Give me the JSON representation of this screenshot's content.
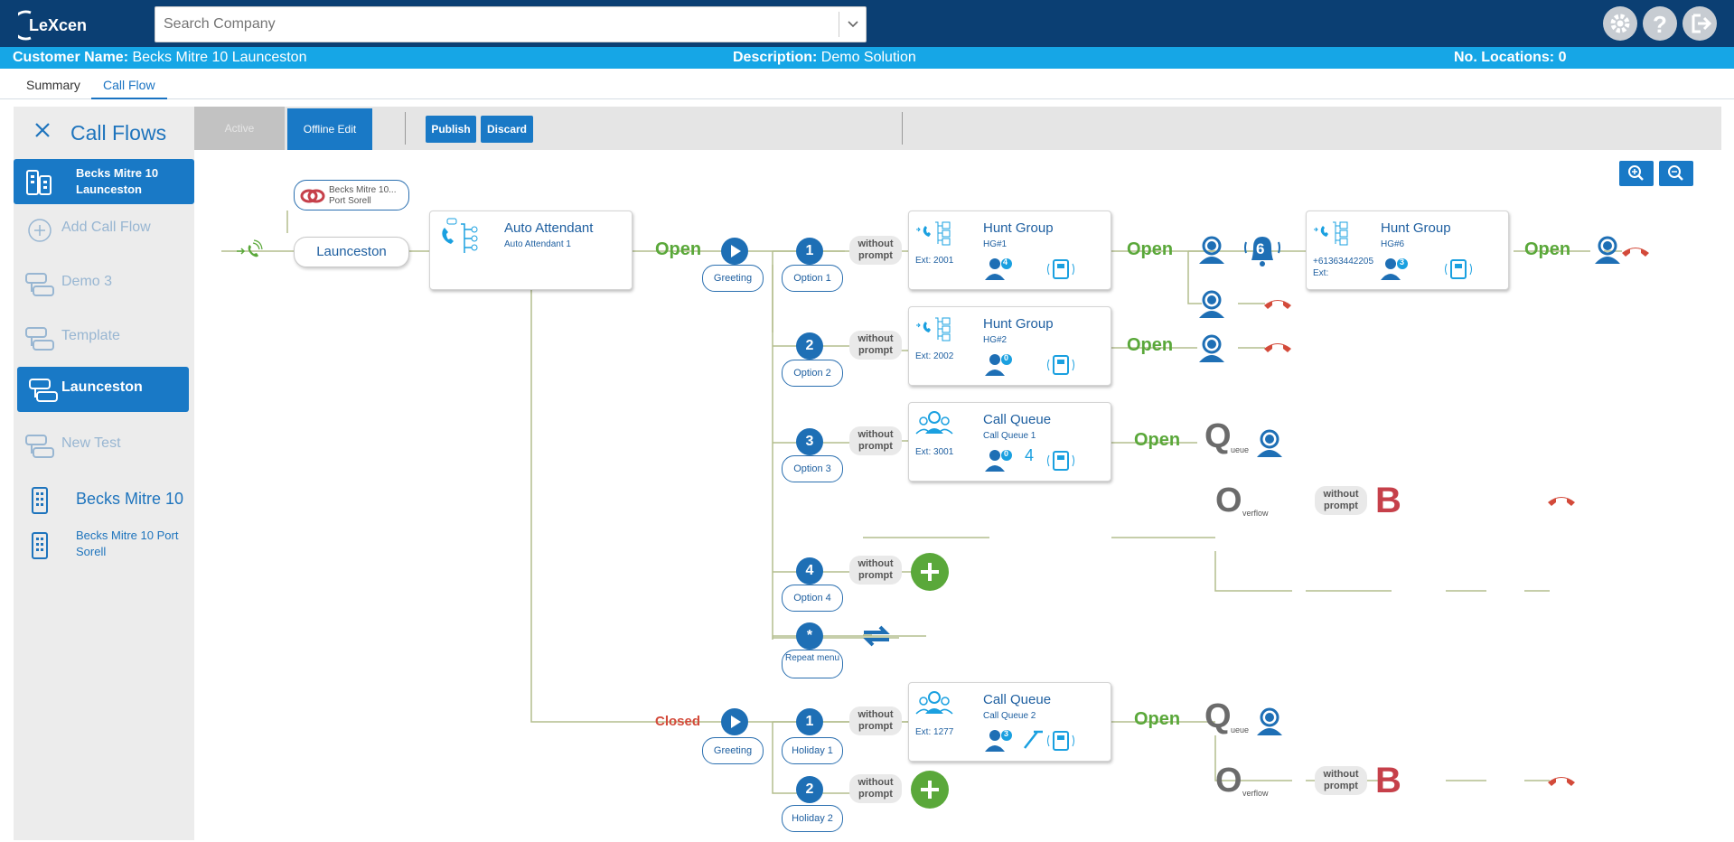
{
  "header": {
    "logo_text": "LeXcen",
    "search_placeholder": "Search Company"
  },
  "infobar": {
    "customer_label": "Customer Name:",
    "customer_value": "Becks Mitre 10 Launceston",
    "description_label": "Description:",
    "description_value": "Demo Solution",
    "locations_label": "No. Locations:",
    "locations_value": "0"
  },
  "tabs": [
    {
      "label": "Summary"
    },
    {
      "label": "Call Flow"
    }
  ],
  "sidebar": {
    "title": "Call Flows",
    "items": [
      {
        "label": "Becks Mitre 10 Launceston"
      },
      {
        "label": "Add Call Flow"
      },
      {
        "label": "Demo 3"
      },
      {
        "label": "Template"
      },
      {
        "label": "Launceston"
      },
      {
        "label": "New Test"
      },
      {
        "label": "Becks Mitre 10"
      },
      {
        "label": "Becks Mitre 10 Port Sorell"
      }
    ]
  },
  "toolbar": {
    "active": "Active",
    "offline": "Offline Edit",
    "publish": "Publish",
    "discard": "Discard"
  },
  "flow": {
    "location_link_line1": "Becks Mitre 10...",
    "location_link_line2": "Port Sorell",
    "entry_label": "Launceston",
    "aa_title": "Auto Attendant",
    "aa_sub": "Auto Attendant 1",
    "open": "Open",
    "closed": "Closed",
    "greeting": "Greeting",
    "without_prompt": "without prompt",
    "options": [
      {
        "num": "1",
        "label": "Option 1"
      },
      {
        "num": "2",
        "label": "Option 2"
      },
      {
        "num": "3",
        "label": "Option 3"
      },
      {
        "num": "4",
        "label": "Option 4"
      },
      {
        "num": "*",
        "label": "Repeat menu"
      }
    ],
    "holidays": [
      {
        "num": "1",
        "label": "Holiday 1"
      },
      {
        "num": "2",
        "label": "Holiday 2"
      }
    ],
    "hg1": {
      "title": "Hunt Group",
      "sub": "HG#1",
      "ext": "Ext: 2001",
      "count": "4"
    },
    "hg2": {
      "title": "Hunt Group",
      "sub": "HG#2",
      "ext": "Ext: 2002",
      "count": "0"
    },
    "hg6": {
      "title": "Hunt Group",
      "sub": "HG#6",
      "ext_line1": "+61363442205",
      "ext_line2": "Ext:",
      "count": "3"
    },
    "cq1": {
      "title": "Call Queue",
      "sub": "Call Queue 1",
      "ext": "Ext: 3001",
      "count": "0",
      "extra": "4"
    },
    "cq2": {
      "title": "Call Queue",
      "sub": "Call Queue 2",
      "ext": "Ext: 1277",
      "count": "3"
    },
    "ring_count": "6",
    "queue_suffix": "ueue",
    "overflow_suffix": "verflow",
    "q_letter": "Q",
    "o_letter": "O",
    "b_letter": "B"
  },
  "colors": {
    "navy": "#0b3f73",
    "cyan": "#16a6e6",
    "blue": "#1979c6",
    "green": "#5aa83a",
    "red": "#d34a3a"
  }
}
